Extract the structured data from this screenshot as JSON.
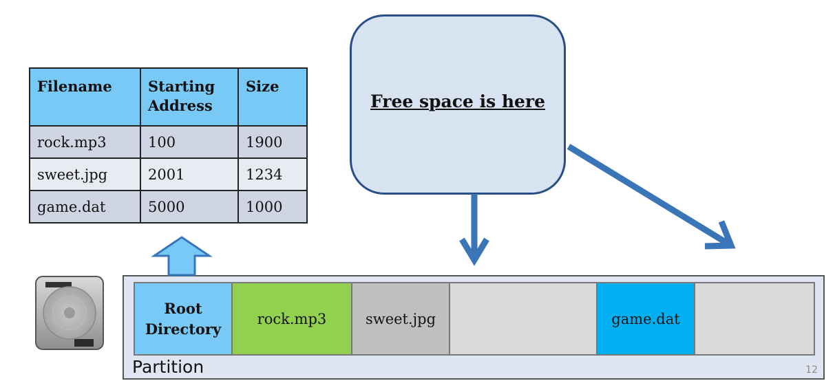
{
  "table": {
    "headers": {
      "filename": "Filename",
      "start_line1": "Starting",
      "start_line2": "Address",
      "size": "Size"
    },
    "rows": [
      {
        "filename": "rock.mp3",
        "start": "100",
        "size": "1900"
      },
      {
        "filename": "sweet.jpg",
        "start": "2001",
        "size": "1234"
      },
      {
        "filename": "game.dat",
        "start": "5000",
        "size": "1000"
      }
    ]
  },
  "callout": {
    "text": "Free space is here"
  },
  "partition": {
    "label": "Partition",
    "blocks": {
      "root_line1": "Root",
      "root_line2": "Directory",
      "rock": "rock.mp3",
      "sweet": "sweet.jpg",
      "free1": "",
      "game": "game.dat",
      "free2": ""
    }
  },
  "slide_number": "12",
  "colors": {
    "header_blue": "#79c9f6",
    "row_dark": "#cfd5e3",
    "row_light": "#e8ebf2",
    "arrow_blue": "#3a75b8",
    "rock_green": "#92d050",
    "sweet_gray": "#bfbfbf",
    "free_gray": "#d9d9d9",
    "game_blue": "#00b0f0"
  },
  "icons": {
    "drive": "hard-drive-icon",
    "up_arrow": "up-arrow-icon"
  }
}
